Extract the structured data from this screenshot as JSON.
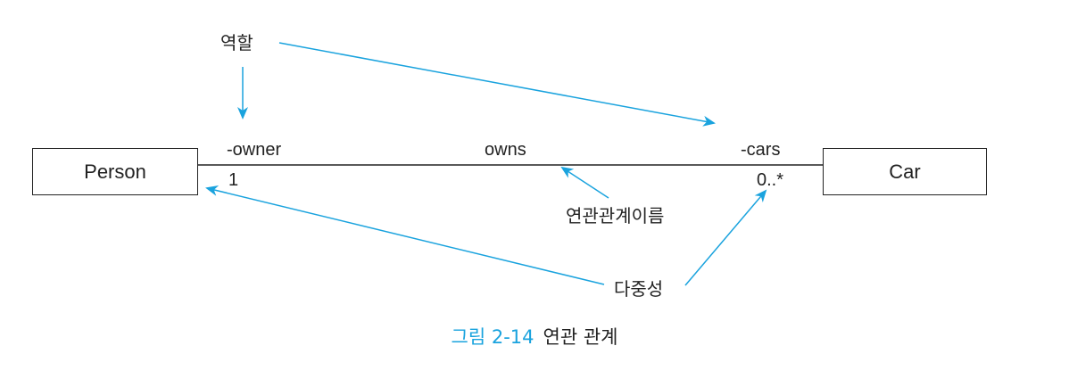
{
  "classes": {
    "left": "Person",
    "right": "Car"
  },
  "association": {
    "name": "owns",
    "left_role": "-owner",
    "left_multiplicity": "1",
    "right_role": "-cars",
    "right_multiplicity": "0..*"
  },
  "annotations": {
    "role": "역할",
    "association_name": "연관관계이름",
    "multiplicity": "다중성"
  },
  "caption": {
    "number": "그림 2-14",
    "title": "연관 관계"
  },
  "colors": {
    "arrow": "#1aa3de",
    "line": "#222222",
    "caption_number": "#1aa3de"
  }
}
